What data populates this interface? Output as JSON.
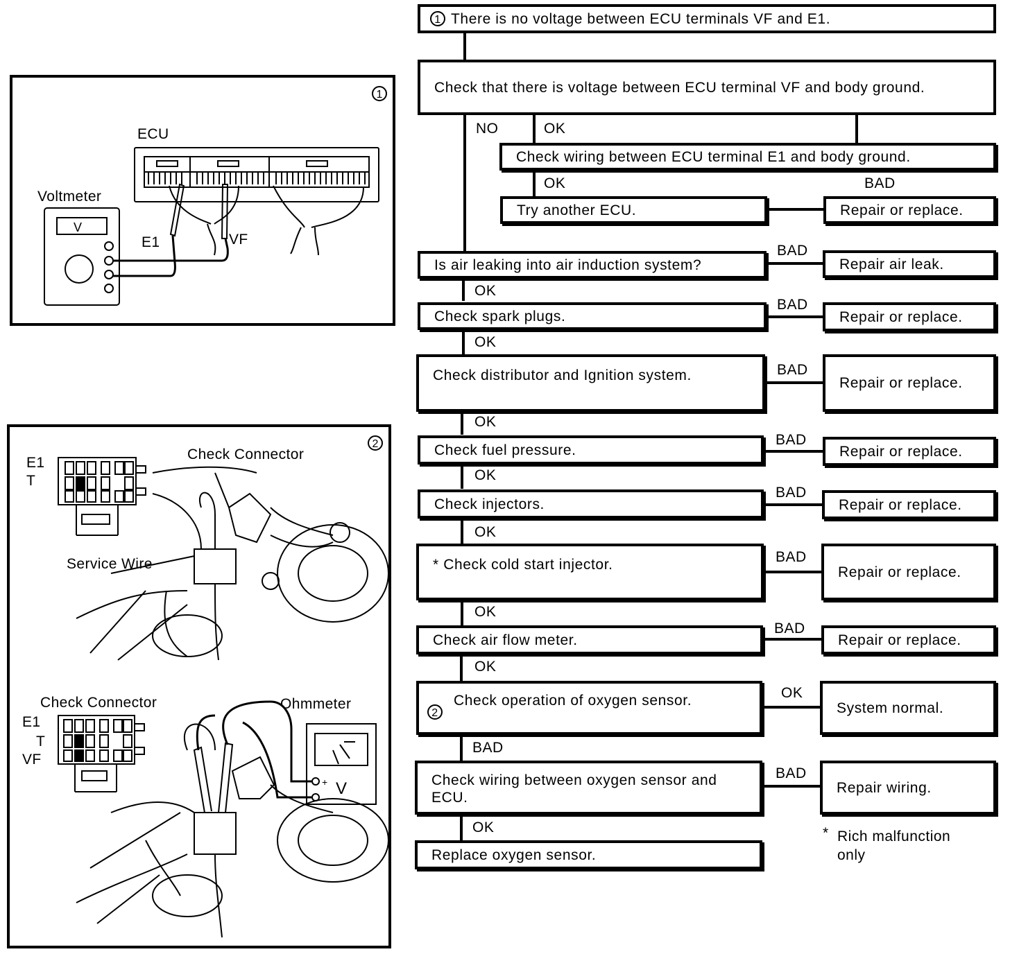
{
  "flowchart": {
    "start": {
      "marker": "1",
      "text": "There is no voltage between ECU terminals VF and E1."
    },
    "check_vf_ground": "Check that there is voltage between ECU terminal VF and body ground.",
    "check_e1_wiring": "Check wiring between ECU terminal E1 and body ground.",
    "try_ecu": "Try another ECU.",
    "repair_replace": "Repair or replace.",
    "air_leak_q": "Is air leaking into air induction system?",
    "repair_air_leak": "Repair air leak.",
    "spark_plugs": "Check spark plugs.",
    "distributor": "Check distributor and Ignition system.",
    "fuel_pressure": "Check fuel pressure.",
    "injectors": "Check injectors.",
    "cold_start": "* Check cold start injector.",
    "air_flow": "Check air flow meter.",
    "oxygen_op": {
      "marker": "2",
      "text": "Check operation of oxygen sensor."
    },
    "system_normal": "System normal.",
    "wiring_o2": "Check wiring between oxygen sensor and ECU.",
    "repair_wiring": "Repair wiring.",
    "replace_o2": "Replace oxygen sensor.",
    "footnote_star": "*",
    "footnote": "Rich malfunction only",
    "labels": {
      "ok": "OK",
      "bad": "BAD",
      "no": "NO"
    }
  },
  "panel1": {
    "number": "1",
    "ecu_label": "ECU",
    "voltmeter_label": "Voltmeter",
    "meter_unit": "V",
    "e1_label": "E1",
    "vf_label": "VF"
  },
  "panel2": {
    "number": "2",
    "e1_label": "E1",
    "t_label": "T",
    "vf_label": "VF",
    "check_connector_top": "Check Connector",
    "service_wire": "Service Wire",
    "check_connector_bottom": "Check Connector",
    "ohmmeter": "Ohmmeter",
    "meter_unit": "V",
    "plus": "+",
    "minus": "-"
  }
}
